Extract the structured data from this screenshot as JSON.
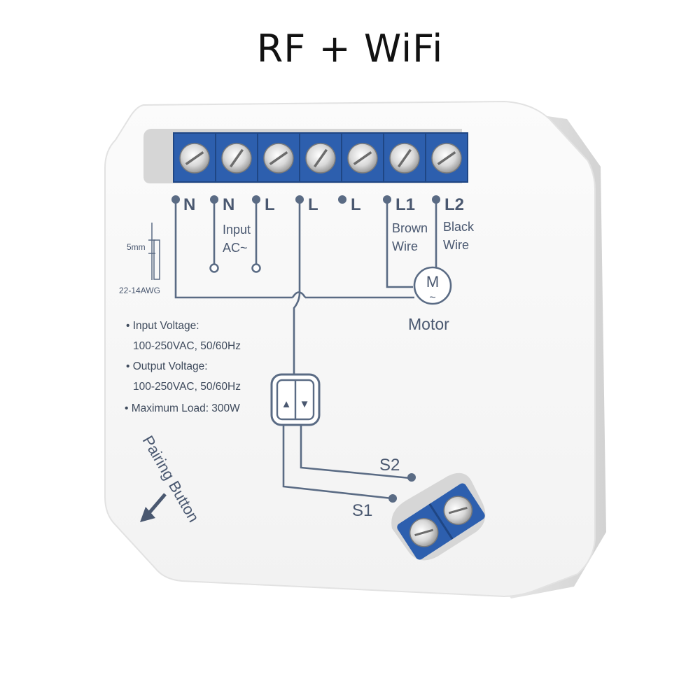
{
  "title": "RF + WiFi",
  "colors": {
    "terminal_blue": "#2d5fae",
    "wire_line": "#5a6b84",
    "body": "#f4f4f4"
  },
  "terminals_top": [
    "N",
    "N",
    "L",
    "L",
    "L",
    "L1",
    "L2"
  ],
  "labels": {
    "input": "Input",
    "ac": "AC~",
    "brown": "Brown",
    "black": "Black",
    "wire": "Wire",
    "motor_symbol": "M",
    "motor_tilde": "~",
    "motor": "Motor",
    "strip_length": "5mm",
    "gauge": "22-14AWG",
    "s1": "S1",
    "s2": "S2",
    "pairing": "Pairing Button"
  },
  "specs": [
    "• Input Voltage:",
    "100-250VAC, 50/60Hz",
    "• Output Voltage:",
    "100-250VAC, 50/60Hz",
    "• Maximum Load: 300W"
  ],
  "switch_glyphs": {
    "up": "▲",
    "down": "▼"
  }
}
